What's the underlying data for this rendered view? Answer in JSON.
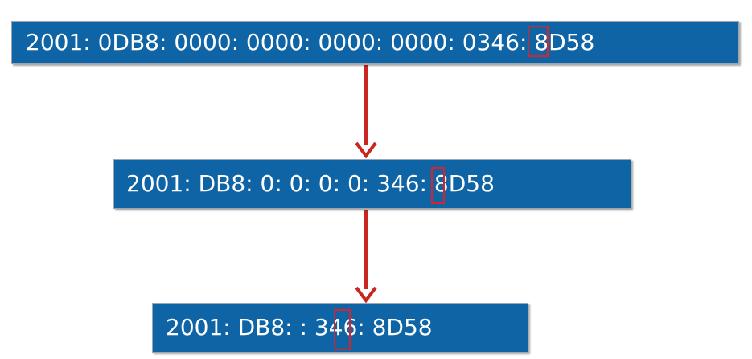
{
  "diagram": {
    "steps": [
      {
        "text": "2001: 0DB8: 0000: 0000: 0000: 0000: 0346: 8D58"
      },
      {
        "text": "2001: DB8: 0: 0: 0: 0: 346: 8D58"
      },
      {
        "text": "2001: DB8: : 346: 8D58"
      }
    ],
    "colors": {
      "box_fill": "#0f64a6",
      "text": "#ffffff",
      "arrow": "#c8261f",
      "highlight": "#d8232a"
    }
  }
}
